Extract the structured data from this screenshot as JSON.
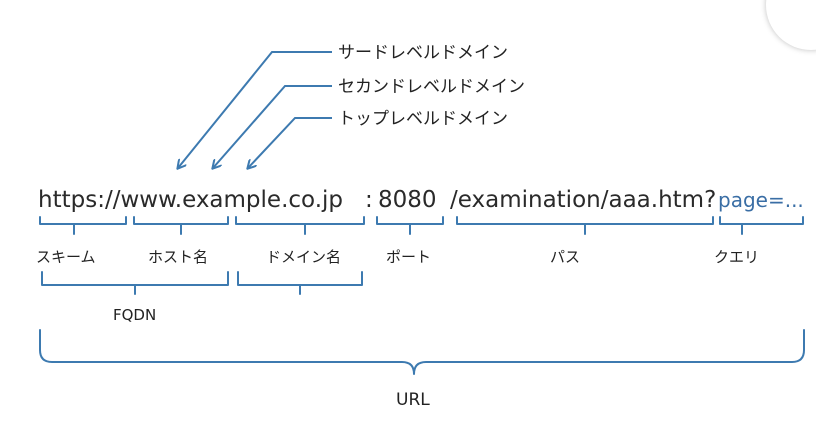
{
  "domain_labels": {
    "third": "サードレベルドメイン",
    "second": "セカンドレベルドメイン",
    "top": "トップレベルドメイン"
  },
  "url_parts": {
    "scheme_host": "https://www.example.co.jp",
    "colon": ":",
    "port": "8080",
    "path": "/examination/aaa.htm?",
    "query": "page=..."
  },
  "part_labels": {
    "scheme": "スキーム",
    "host": "ホスト名",
    "domain": "ドメイン名",
    "port": "ポート",
    "path": "パス",
    "query": "クエリ",
    "fqdn": "FQDN",
    "url": "URL"
  },
  "colors": {
    "accent": "#3d7ab0",
    "text": "#222222"
  }
}
